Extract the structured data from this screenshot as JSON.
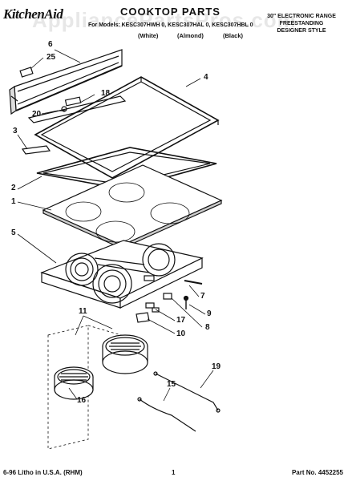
{
  "header": {
    "brand": "KitchenAid",
    "section_title": "COOKTOP PARTS",
    "model_line": "For Models: KESC307HWH 0, KESC307HAL 0, KESC307HBL 0",
    "colors": [
      "(White)",
      "(Almond)",
      "(Black)"
    ],
    "range_type": [
      "30\" ELECTRONIC RANGE",
      "FREESTANDING",
      "DESIGNER STYLE"
    ]
  },
  "watermark": "AppliancePartsPros.com",
  "callouts": [
    "6",
    "25",
    "18",
    "4",
    "20",
    "3",
    "2",
    "1",
    "5",
    "7",
    "9",
    "8",
    "17",
    "10",
    "11",
    "16",
    "15",
    "19"
  ],
  "footer": {
    "print_line": "6-96 Litho in U.S.A. (RHM)",
    "page_number": "1",
    "part_number": "Part No. 4452255"
  }
}
